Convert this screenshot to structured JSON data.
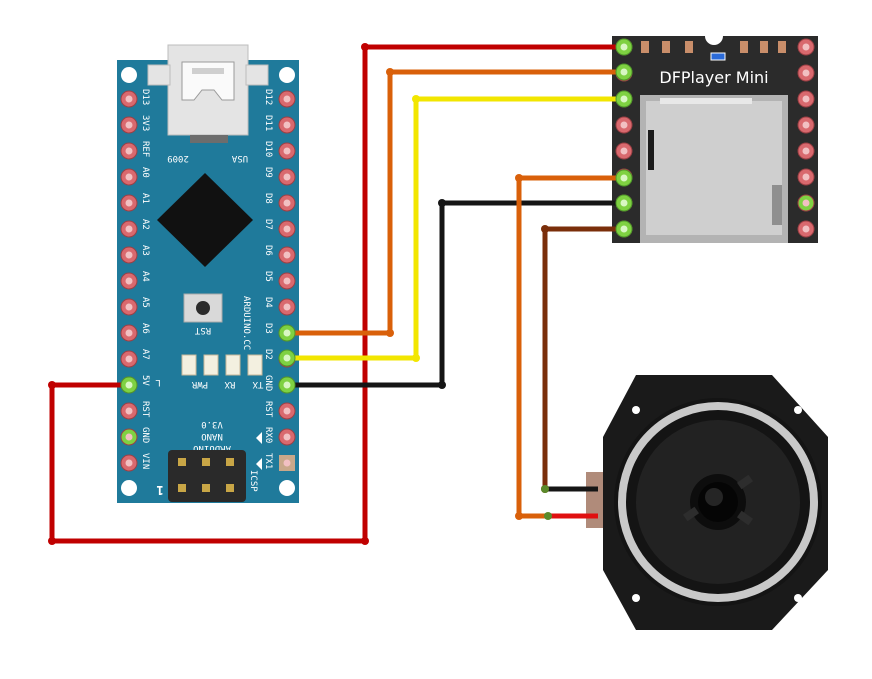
{
  "colors": {
    "nano_board": "#1f7a9b",
    "dfplayer_board": "#2b2b2b",
    "wire_red": "#c00000",
    "wire_orange": "#d9600a",
    "wire_yellow": "#f2e600",
    "wire_black": "#151515",
    "wire_brown": "#7a2e0a",
    "pin_red": "#d9696e",
    "pin_green": "#7fd142",
    "speaker_body": "#1c1c1c",
    "speaker_ring": "#c9c9c9"
  },
  "nano": {
    "left_pins": [
      "D13",
      "3V3",
      "REF",
      "A0",
      "A1",
      "A2",
      "A3",
      "A4",
      "A5",
      "A6",
      "A7",
      "5V",
      "RST",
      "GND",
      "VIN"
    ],
    "right_pins": [
      "D12",
      "D11",
      "D10",
      "D9",
      "D8",
      "D7",
      "D6",
      "D5",
      "D4",
      "D3",
      "D2",
      "GND",
      "RST",
      "RX0",
      "TX1"
    ],
    "usb_year": "2009",
    "usb_country": "USA",
    "reset_label": "RST",
    "brand": "ARDUINO.CC",
    "led_labels": [
      "L",
      "PWR",
      "RX",
      "TX"
    ],
    "model_lines": [
      "ARDUINO",
      "NANO",
      "V3.0"
    ],
    "icsp_label": "ICSP",
    "icsp_index": "1"
  },
  "dfplayer": {
    "title": "DFPlayer Mini"
  },
  "speaker": {
    "icon": "speaker-icon"
  }
}
